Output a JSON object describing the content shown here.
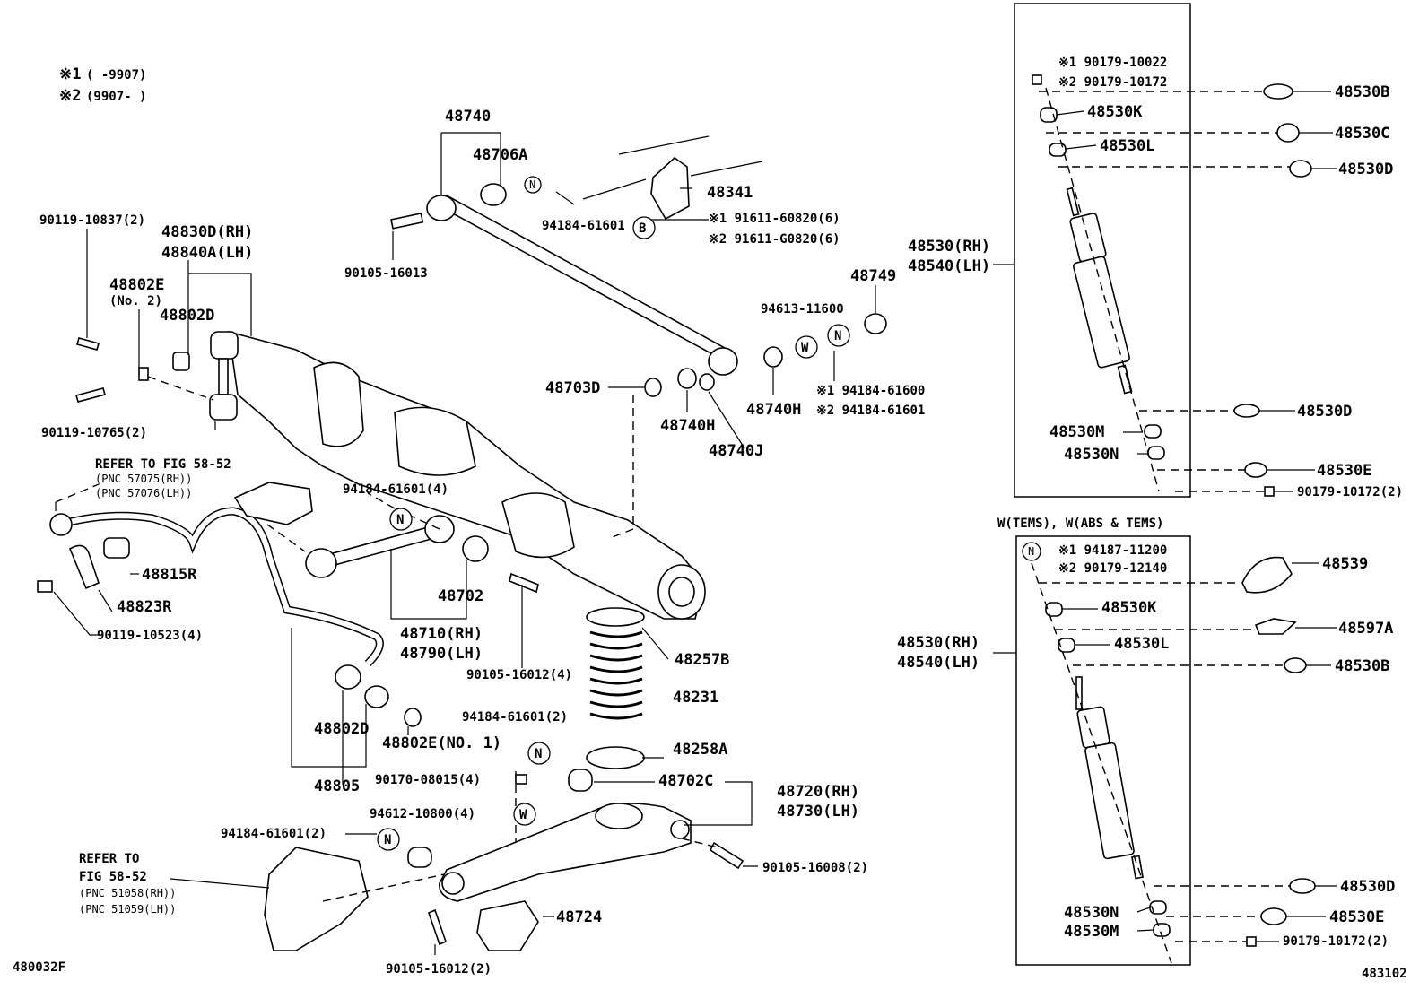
{
  "notes": {
    "n1_mark": "※1",
    "n1_text": "(      -9907)",
    "n2_mark": "※2",
    "n2_text": "(9907-      )"
  },
  "markers": {
    "N": "N",
    "W": "W",
    "B": "B"
  },
  "labels": {
    "p48740": "48740",
    "p48706A": "48706A",
    "p48341": "48341",
    "p94184_61601": "94184-61601",
    "b1": "※1 91611-60820(6)",
    "b2": "※2 91611-G0820(6)",
    "p90105_16013": "90105-16013",
    "p90119_10837": "90119-10837(2)",
    "p48830D": "48830D(RH)",
    "p48840A": "48840A(LH)",
    "p48802E": "48802E",
    "p48802E_no2": "(No. 2)",
    "p48802D_top": "48802D",
    "p90119_10765": "90119-10765(2)",
    "refer1_a": "REFER TO FIG 58-52",
    "refer1_b": "(PNC 57075(RH))",
    "refer1_c": "(PNC 57076(LH))",
    "p94184_61601_4": "94184-61601(4)",
    "p48815R": "48815R",
    "p48823R": "48823R",
    "p90119_10523": "90119-10523(4)",
    "p48702": "48702",
    "p48710": "48710(RH)",
    "p48790": "48790(LH)",
    "p90105_16012_4": "90105-16012(4)",
    "p48802D_bot": "48802D",
    "p48802E_no1": "48802E(NO. 1)",
    "p48805": "48805",
    "p90170_08015": "90170-08015(4)",
    "p94612_10800": "94612-10800(4)",
    "p94184_61601_2a": "94184-61601(2)",
    "p94184_61601_2b": "94184-61601(2)",
    "refer2_a": "REFER TO",
    "refer2_b": "FIG 58-52",
    "refer2_c": "(PNC 51058(RH))",
    "refer2_d": "(PNC 51059(LH))",
    "p90105_16012_2": "90105-16012(2)",
    "p48724": "48724",
    "p48257B": "48257B",
    "p48231": "48231",
    "p48258A": "48258A",
    "p48702C": "48702C",
    "p48720": "48720(RH)",
    "p48730": "48730(LH)",
    "p90105_16008": "90105-16008(2)",
    "p48703D": "48703D",
    "p48740H_a": "48740H",
    "p48740J": "48740J",
    "p48740H_b": "48740H",
    "p48749": "48749",
    "p94613_11600": "94613-11600",
    "w1": "※1 94184-61600",
    "w2": "※2 94184-61601",
    "p48530_rh_1": "48530(RH)",
    "p48540_lh_1": "48540(LH)",
    "t1": "※1 90179-10022",
    "t2": "※2 90179-10172",
    "p48530B_1": "48530B",
    "p48530K_1": "48530K",
    "p48530C": "48530C",
    "p48530L_1": "48530L",
    "p48530D_1": "48530D",
    "p48530D_2": "48530D",
    "p48530M_1": "48530M",
    "p48530N_1": "48530N",
    "p48530E_1": "48530E",
    "p90179_10172_1": "90179-10172(2)",
    "tems_header": "W(TEMS), W(ABS & TEMS)",
    "u1": "※1 94187-11200",
    "u2": "※2 90179-12140",
    "p48539": "48539",
    "p48530K_2": "48530K",
    "p48597A": "48597A",
    "p48530L_2": "48530L",
    "p48530B_2": "48530B",
    "p48530_rh_2": "48530(RH)",
    "p48540_lh_2": "48540(LH)",
    "p48530D_3": "48530D",
    "p48530N_2": "48530N",
    "p48530E_2": "48530E",
    "p48530M_2": "48530M",
    "p90179_10172_2": "90179-10172(2)",
    "id_left": "480032F",
    "id_right": "483102"
  }
}
